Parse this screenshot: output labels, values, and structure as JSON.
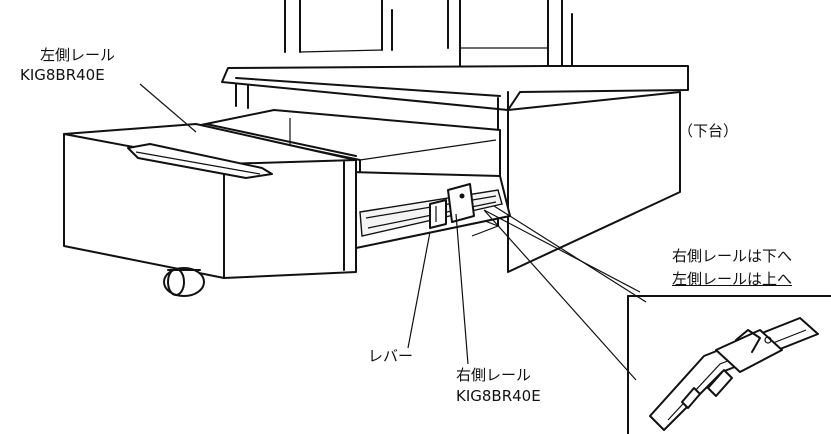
{
  "labels": {
    "left_rail_name": "左側レール",
    "left_rail_code": "KIG8BR40E",
    "base_unit": "（下台）",
    "detail_right_rail_note": "右側レールは下へ",
    "detail_left_rail_note": "左側レールは上へ",
    "lever": "レバー",
    "right_rail_name": "右側レール",
    "right_rail_code": "KIG8BR40E"
  }
}
